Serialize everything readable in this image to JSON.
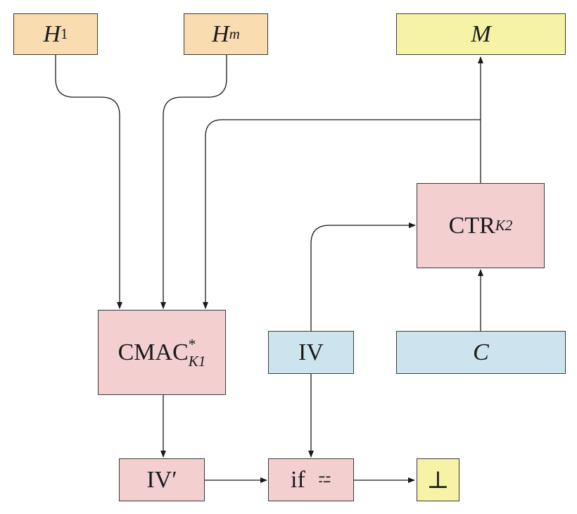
{
  "boxes": {
    "h1": {
      "base": "H",
      "sub": "1"
    },
    "hm": {
      "base": "H",
      "sub": "m"
    },
    "m": {
      "label": "M"
    },
    "ctr": {
      "base": "CTR",
      "sub": "K2"
    },
    "cmac": {
      "base": "CMAC",
      "sup": "*",
      "sub": "K1"
    },
    "iv": {
      "label": "IV"
    },
    "c": {
      "label": "C"
    },
    "ivp": {
      "label": "IV′"
    },
    "cmp": {
      "word": "if",
      "symbol": "="
    },
    "bot": {
      "label": "⊥"
    }
  },
  "colors": {
    "header_orange": "#f9dcb0",
    "output_yellow": "#f7f3a6",
    "process_pink": "#f3cfd0",
    "input_blue": "#cde4ef",
    "line": "#1a1a1a"
  }
}
